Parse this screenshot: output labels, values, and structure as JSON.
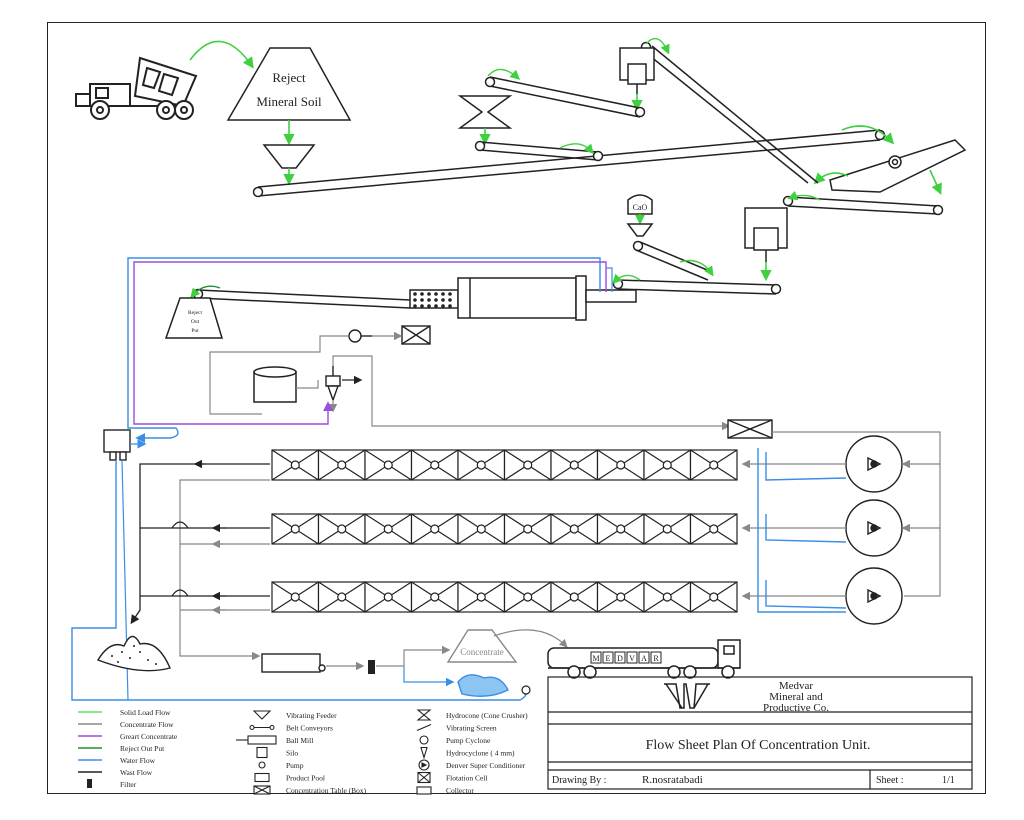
{
  "diagram": {
    "reject_mineral_soil": {
      "line1": "Reject",
      "line2": "Mineral Soil"
    },
    "cao_label": "CaO",
    "reject_out_put": {
      "line1": "Reject",
      "line2": "Out",
      "line3": "Put"
    },
    "concentrate_label": "Concentrate",
    "truck_letters": [
      "M",
      "E",
      "D",
      "V",
      "A",
      "R"
    ]
  },
  "legend_left": [
    {
      "label": "Solid Load Flow",
      "color": "#5fe05f"
    },
    {
      "label": "Concentrate Flow",
      "color": "#888888"
    },
    {
      "label": "Greart Concentrate",
      "color": "#9b4de0"
    },
    {
      "label": "Reject Out Put",
      "color": "#1f8f3a"
    },
    {
      "label": "Water Flow",
      "color": "#3a8ee6"
    },
    {
      "label": "Wast Flow",
      "color": "#222222"
    },
    {
      "label": "Filter",
      "color": "#222222"
    }
  ],
  "legend_mid": [
    {
      "label": "Vibrating Feeder",
      "icon": "vibrating-feeder-icon"
    },
    {
      "label": "Belt Conveyors",
      "icon": "belt-conveyor-icon"
    },
    {
      "label": "Ball Mill",
      "icon": "ball-mill-icon"
    },
    {
      "label": "Silo",
      "icon": "silo-icon"
    },
    {
      "label": "Pump",
      "icon": "pump-icon"
    },
    {
      "label": "Product Pool",
      "icon": "product-pool-icon"
    },
    {
      "label": "Concentration Table (Box)",
      "icon": "concentration-table-icon"
    }
  ],
  "legend_right": [
    {
      "label": "Hydrocone (Cone Crusher)",
      "icon": "hydrocone-icon"
    },
    {
      "label": "Vibrating Screen",
      "icon": "vibrating-screen-icon"
    },
    {
      "label": "Pump Cyclone",
      "icon": "pump-cyclone-icon"
    },
    {
      "label": "Hydrocyclone ( 4 mm)",
      "icon": "hydrocyclone-icon"
    },
    {
      "label": "Denver Super Conditioner",
      "icon": "conditioner-icon"
    },
    {
      "label": "Flotation Cell",
      "icon": "flotation-cell-icon"
    },
    {
      "label": "Collector",
      "icon": "collector-icon"
    }
  ],
  "title_block": {
    "company": [
      "Medvar",
      "Mineral and",
      "Productive Co."
    ],
    "title": "Flow Sheet Plan Of Concentration Unit.",
    "drawn_by_label": "Drawing  By :",
    "drawn_by": "R.nosratabadi",
    "sheet_label": "Sheet :",
    "sheet": "1/1"
  }
}
